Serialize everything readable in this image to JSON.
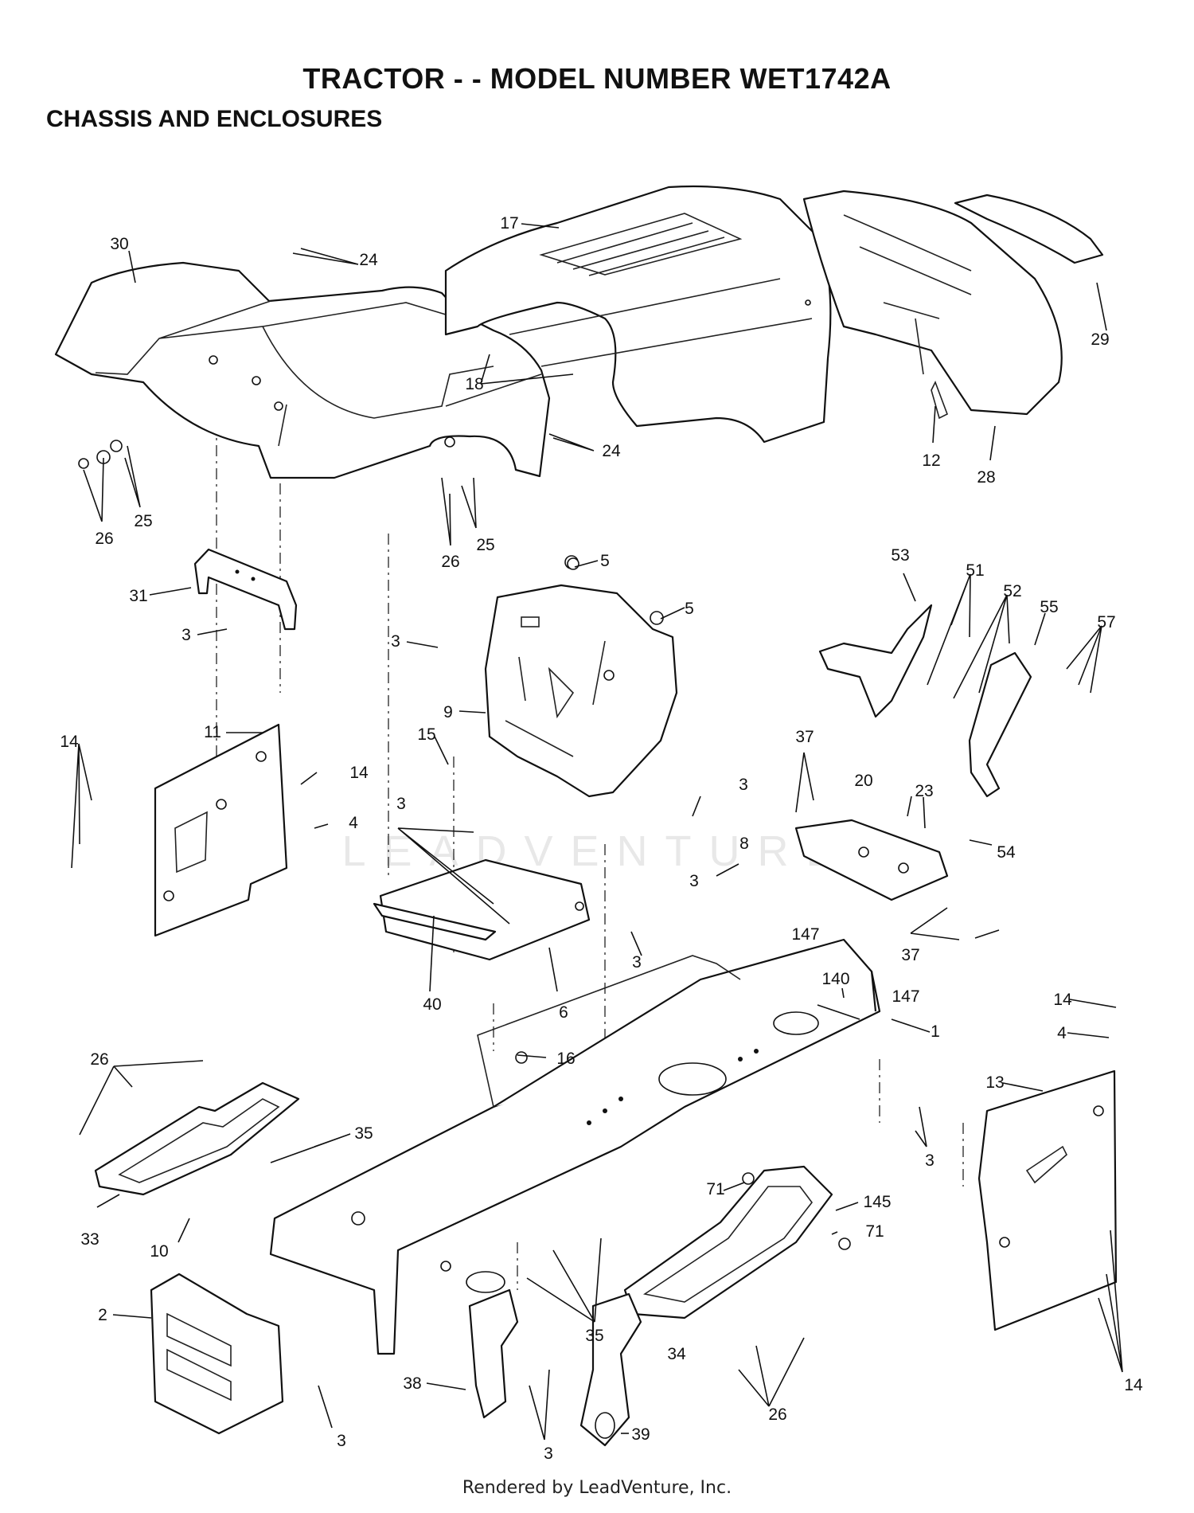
{
  "header": {
    "title": "TRACTOR - - MODEL NUMBER WET1742A",
    "subtitle": "CHASSIS AND ENCLOSURES"
  },
  "watermark": "LEADVENTURE",
  "footer": "Rendered by LeadVenture, Inc.",
  "callouts": {
    "c30": "30",
    "c24a": "24",
    "c17": "17",
    "c18": "18",
    "c29": "29",
    "c12": "12",
    "c28": "28",
    "c24b": "24",
    "c26a": "26",
    "c25a": "25",
    "c26b": "26",
    "c25b": "25",
    "c5a": "5",
    "c5b": "5",
    "c31": "31",
    "c3a": "3",
    "c3b": "3",
    "c9": "9",
    "c53": "53",
    "c51": "51",
    "c52": "52",
    "c55": "55",
    "c57": "57",
    "c11": "11",
    "c14a": "14",
    "c14b": "14",
    "c4a": "4",
    "c15": "15",
    "c3c": "3",
    "c37a": "37",
    "c20": "20",
    "c23": "23",
    "c54": "54",
    "c3d": "3",
    "c8": "8",
    "c3e": "3",
    "c37b": "37",
    "c40": "40",
    "c6": "6",
    "c147a": "147",
    "c140": "140",
    "c147b": "147",
    "c3f": "3",
    "c14c": "14",
    "c4b": "4",
    "c1": "1",
    "c16": "16",
    "c13": "13",
    "c26c": "26",
    "c35a": "35",
    "c3g": "3",
    "c71a": "71",
    "c145": "145",
    "c71b": "71",
    "c33": "33",
    "c10": "10",
    "c2": "2",
    "c35b": "35",
    "c34": "34",
    "c14d": "14",
    "c38": "38",
    "c3h": "3",
    "c39": "39",
    "c3i": "3",
    "c26d": "26"
  }
}
